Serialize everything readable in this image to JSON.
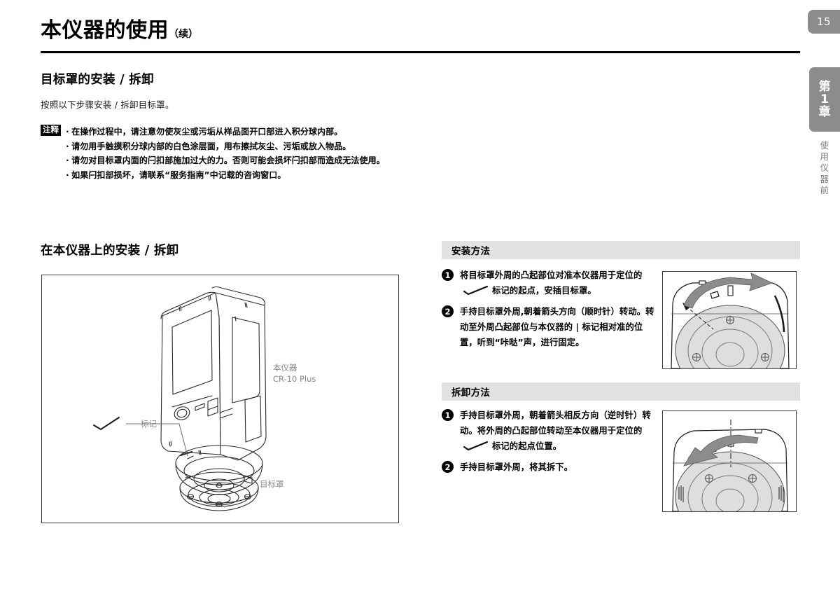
{
  "page": {
    "number": "15",
    "chapter_tab": {
      "line1": "第",
      "line2": "1",
      "line3": "章"
    },
    "chapter_sub": [
      "使",
      "用",
      "仪",
      "器",
      "前"
    ]
  },
  "header": {
    "title": "本仪器的使用",
    "title_suffix": "（续）"
  },
  "section_install_remove": {
    "heading": "目标罩的安装 / 拆卸",
    "intro": "按照以下步骤安装 / 拆卸目标罩。",
    "note_badge": "注释",
    "notes": [
      "在操作过程中，请注意勿使灰尘或污垢从样品面开口部进入积分球内部。",
      "请勿用手触摸积分球内部的白色涂层面，用布擦拭灰尘、污垢或放入物品。",
      "请勿对目标罩内面的闩扣部施加过大的力。否则可能会损坏闩扣部而造成无法使用。",
      "如果闩扣部损坏，请联系“服务指南”中记载的咨询窗口。"
    ]
  },
  "section_on_instrument": {
    "heading": "在本仪器上的安装 / 拆卸",
    "illustration_labels": {
      "instrument_line1": "本仪器",
      "instrument_line2": "CR-10 Plus",
      "mark": "标记",
      "target_mask": "目标罩"
    }
  },
  "procedures": [
    {
      "bar_label": "安装方法",
      "steps": [
        {
          "num": "❶",
          "text_before": "将目标罩外周的凸起部位对准本仪器用于定位的",
          "has_mark_glyph": true,
          "text_after": "标记的起点，安插目标罩。"
        },
        {
          "num": "❷",
          "text_before": "手持目标罩外周,朝着箭头方向（顺时针）转动。转动至外周凸起部位与本仪器的 | 标记相对准的位置，听到“咔哒”声，进行固定。",
          "has_mark_glyph": false,
          "text_after": ""
        }
      ]
    },
    {
      "bar_label": "拆卸方法",
      "steps": [
        {
          "num": "❶",
          "text_before": "手持目标罩外周，朝着箭头相反方向（逆时针）转动。将外周的凸起部位转动至本仪器用于定位的",
          "has_mark_glyph": true,
          "text_after": "标记的起点位置。"
        },
        {
          "num": "❷",
          "text_before": "手持目标罩外周，将其拆下。",
          "has_mark_glyph": false,
          "text_after": ""
        }
      ]
    }
  ],
  "colors": {
    "tab_gray": "#8c8c8c",
    "bar_gray": "#e2e2e2",
    "label_gray": "#8a8a8a",
    "rule_black": "#000000"
  }
}
